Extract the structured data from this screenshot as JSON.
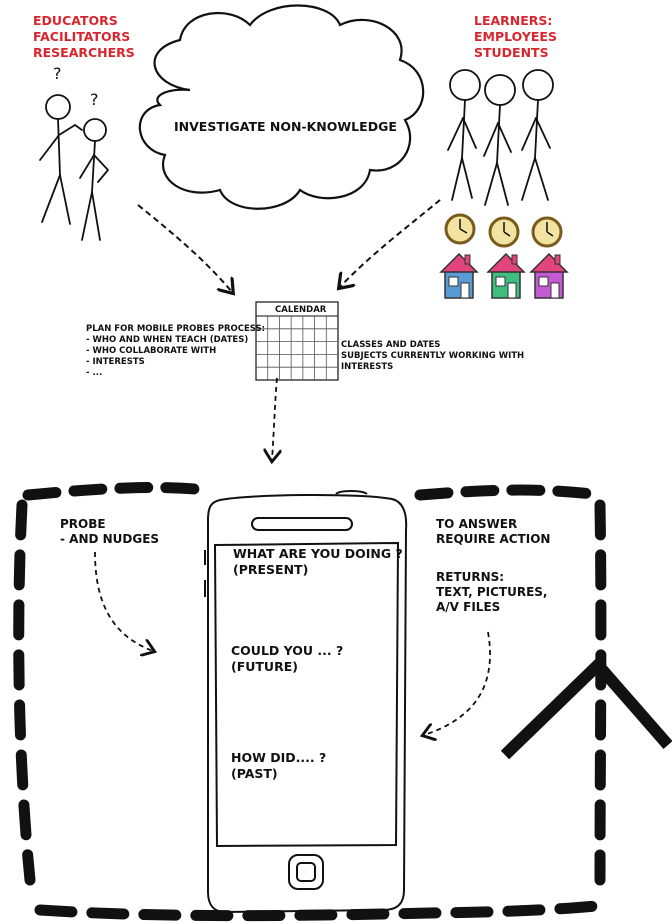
{
  "educators": {
    "lines": [
      "EDUCATORS",
      "FACILITATORS",
      "RESEARCHERS"
    ],
    "color": "#d8262e"
  },
  "learners": {
    "lines": [
      "LEARNERS:",
      "EMPLOYEES",
      "STUDENTS"
    ],
    "color": "#d8262e"
  },
  "cloud": {
    "text": "INVESTIGATE NON-KNOWLEDGE"
  },
  "question_marks": [
    "?",
    "?"
  ],
  "calendar": {
    "title": "CALENDAR"
  },
  "plan": {
    "lines": [
      "PLAN FOR MOBILE PROBES PROCESS:",
      "- WHO AND WHEN TEACH (DATES)",
      "- WHO COLLABORATE WITH",
      "- INTERESTS",
      "- ..."
    ]
  },
  "classes": {
    "lines": [
      "CLASSES AND DATES",
      "SUBJECTS CURRENTLY WORKING WITH",
      "INTERESTS"
    ]
  },
  "probe": {
    "lines": [
      "PROBE",
      "- AND NUDGES"
    ]
  },
  "answer": {
    "lines": [
      "TO ANSWER",
      "REQUIRE ACTION"
    ]
  },
  "returns": {
    "lines": [
      "RETURNS:",
      "TEXT, PICTURES,",
      "A/V FILES"
    ]
  },
  "phone": {
    "q1": [
      "WHAT ARE YOU DOING ?",
      "(PRESENT)"
    ],
    "q2": [
      "COULD YOU ... ?",
      "(FUTURE)"
    ],
    "q3": [
      "HOW DID.... ?",
      "(PAST)"
    ]
  },
  "house_colors": [
    "#5b9bd5",
    "#3fbf7f",
    "#c45bd5"
  ],
  "roof_colors": [
    "#e0457b",
    "#e0457b",
    "#e0457b"
  ]
}
